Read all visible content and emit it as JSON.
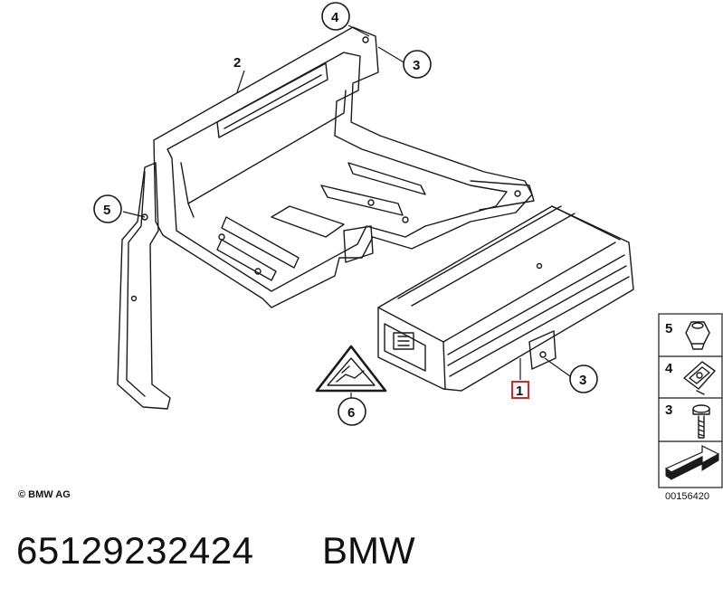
{
  "callouts": {
    "c1": "1",
    "c2": "2",
    "c3a": "3",
    "c3b": "3",
    "c4": "4",
    "c5": "5",
    "c6": "6"
  },
  "legend": {
    "item5": "5",
    "item4": "4",
    "item3": "3"
  },
  "copyright": "© BMW AG",
  "diagram_number": "00156420",
  "part_number": "65129232424",
  "brand": "BMW",
  "colors": {
    "highlight": "#e0202a",
    "line": "#1a1a1a"
  }
}
